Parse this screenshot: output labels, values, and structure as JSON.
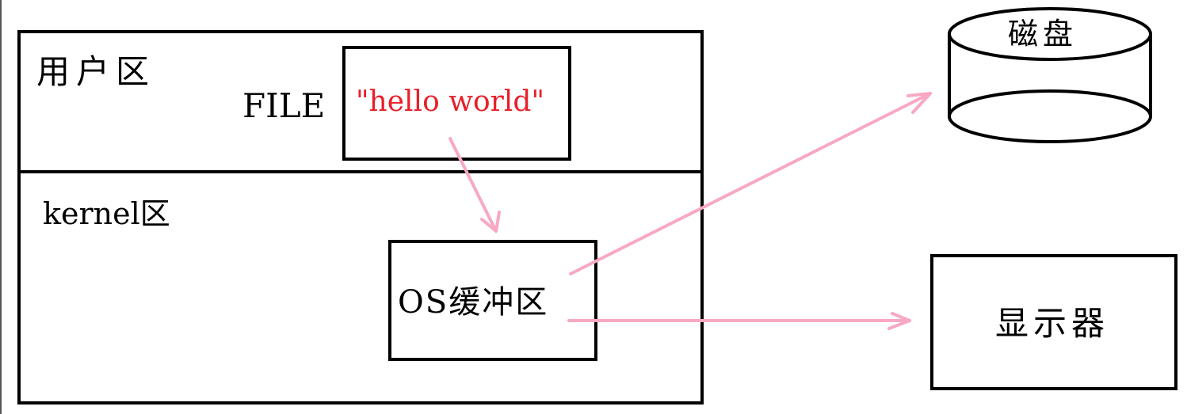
{
  "diagram": {
    "user_region": {
      "label": "用户区"
    },
    "file_label": "FILE",
    "file_buffer": {
      "content": "\"hello world\"",
      "text_color": "#e8202a"
    },
    "kernel_region": {
      "label": "kernel区"
    },
    "os_buffer": {
      "label": "OS缓冲区"
    },
    "disk": {
      "label": "磁盘"
    },
    "monitor": {
      "label": "显示器"
    },
    "arrow_color": "#f7a8c4",
    "arrows": [
      {
        "from": "file_buffer",
        "to": "os_buffer"
      },
      {
        "from": "os_buffer",
        "to": "disk"
      },
      {
        "from": "os_buffer",
        "to": "monitor"
      }
    ]
  }
}
